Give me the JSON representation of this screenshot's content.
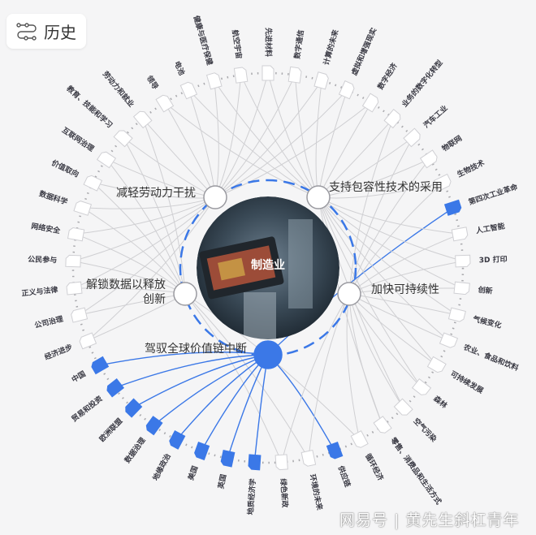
{
  "history_button": {
    "label": "历史",
    "icon": "history-flow-icon"
  },
  "center_topic": {
    "label": "制造业"
  },
  "hubs": [
    {
      "label": "减轻劳动力干扰",
      "highlighted": false
    },
    {
      "label": "支持包容性技术的采用",
      "highlighted": false
    },
    {
      "label": "解锁数据以释放创新",
      "highlighted": false
    },
    {
      "label": "加快可持续性",
      "highlighted": false
    },
    {
      "label": "驾驭全球价值链中断",
      "highlighted": true
    }
  ],
  "nodes": [
    {
      "label": "健康与医疗保健",
      "highlighted": false
    },
    {
      "label": "航空宇宙",
      "highlighted": false
    },
    {
      "label": "先进材料",
      "highlighted": false
    },
    {
      "label": "数字通信",
      "highlighted": false
    },
    {
      "label": "计算的未来",
      "highlighted": false
    },
    {
      "label": "虚拟和增强现实",
      "highlighted": false
    },
    {
      "label": "数字经济",
      "highlighted": false
    },
    {
      "label": "业务的数字化转型",
      "highlighted": false
    },
    {
      "label": "汽车工业",
      "highlighted": false
    },
    {
      "label": "物联网",
      "highlighted": false
    },
    {
      "label": "生物技术",
      "highlighted": false
    },
    {
      "label": "第四次工业革命",
      "highlighted": true
    },
    {
      "label": "人工智能",
      "highlighted": false
    },
    {
      "label": "3D 打印",
      "highlighted": false
    },
    {
      "label": "创新",
      "highlighted": false
    },
    {
      "label": "气候变化",
      "highlighted": false
    },
    {
      "label": "农业、食品和饮料",
      "highlighted": false
    },
    {
      "label": "可持续发展",
      "highlighted": false
    },
    {
      "label": "森林",
      "highlighted": false
    },
    {
      "label": "空气污染",
      "highlighted": false
    },
    {
      "label": "零售、消费品和生活方式",
      "highlighted": false
    },
    {
      "label": "循环经济",
      "highlighted": false
    },
    {
      "label": "供应链",
      "highlighted": true
    },
    {
      "label": "环境的未来",
      "highlighted": false
    },
    {
      "label": "绿色新政",
      "highlighted": false
    },
    {
      "label": "地质经济学",
      "highlighted": true
    },
    {
      "label": "英国",
      "highlighted": true
    },
    {
      "label": "美国",
      "highlighted": true
    },
    {
      "label": "地缘政治",
      "highlighted": true
    },
    {
      "label": "数据治理",
      "highlighted": true
    },
    {
      "label": "欧洲联盟",
      "highlighted": true
    },
    {
      "label": "贸易和投资",
      "highlighted": true
    },
    {
      "label": "中国",
      "highlighted": true
    },
    {
      "label": "经济进步",
      "highlighted": false
    },
    {
      "label": "公司治理",
      "highlighted": false
    },
    {
      "label": "正义与法律",
      "highlighted": false
    },
    {
      "label": "公民参与",
      "highlighted": false
    },
    {
      "label": "网络安全",
      "highlighted": false
    },
    {
      "label": "数据科学",
      "highlighted": false
    },
    {
      "label": "价值取向",
      "highlighted": false
    },
    {
      "label": "互联网治理",
      "highlighted": false
    },
    {
      "label": "教育、技能和学习",
      "highlighted": false
    },
    {
      "label": "劳动力和就业",
      "highlighted": false
    },
    {
      "label": "领导",
      "highlighted": false
    },
    {
      "label": "电池",
      "highlighted": false
    }
  ],
  "colors": {
    "accent": "#3b78e7",
    "line": "#cfcfd2",
    "node_border": "#d0d0d4",
    "text": "#333333",
    "background": "#f5f5f6"
  },
  "watermark": {
    "text": "网易号 | 黄先生斜杠青年"
  }
}
